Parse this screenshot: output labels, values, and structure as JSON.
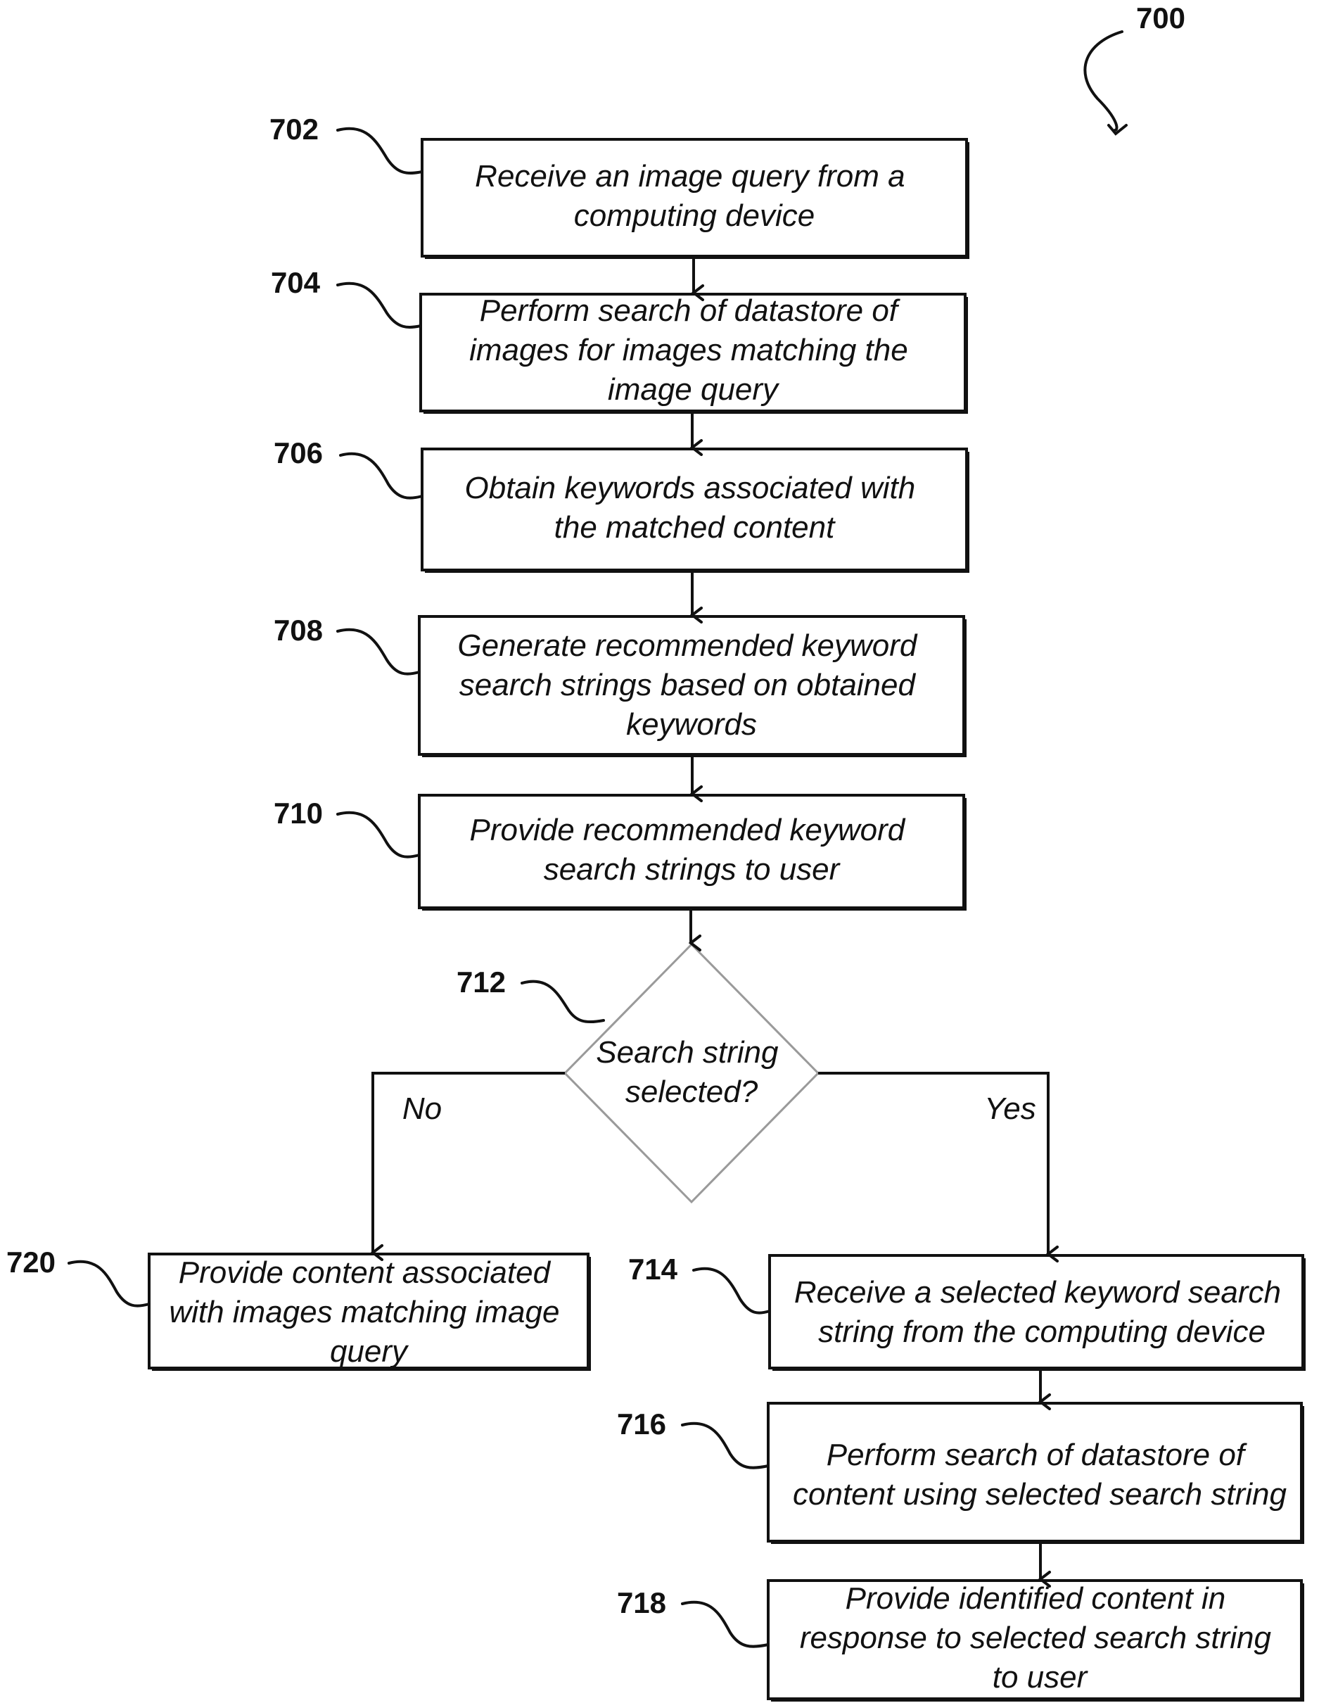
{
  "figure_ref": "700",
  "steps": [
    {
      "ref": "702",
      "lines": [
        "Receive an image query from a",
        "computing device"
      ]
    },
    {
      "ref": "704",
      "lines": [
        "Perform search of datastore of",
        "images for images matching the",
        "image query"
      ]
    },
    {
      "ref": "706",
      "lines": [
        "Obtain keywords associated with",
        "the matched content"
      ]
    },
    {
      "ref": "708",
      "lines": [
        "Generate recommended keyword",
        "search strings based on obtained",
        "keywords"
      ]
    },
    {
      "ref": "710",
      "lines": [
        "Provide recommended keyword",
        "search strings to user"
      ]
    },
    {
      "ref": "714",
      "lines": [
        "Receive a selected keyword search",
        "string from the computing device"
      ]
    },
    {
      "ref": "716",
      "lines": [
        "Perform search of datastore of",
        "content using selected search string"
      ]
    },
    {
      "ref": "718",
      "lines": [
        "Provide identified content in",
        "response to selected search string",
        "to user"
      ]
    },
    {
      "ref": "720",
      "lines": [
        "Provide content associated",
        "with images matching image",
        "query"
      ]
    }
  ],
  "decision": {
    "ref": "712",
    "lines": [
      "Search string",
      "selected?"
    ]
  },
  "branches": {
    "no": "No",
    "yes": "Yes"
  }
}
